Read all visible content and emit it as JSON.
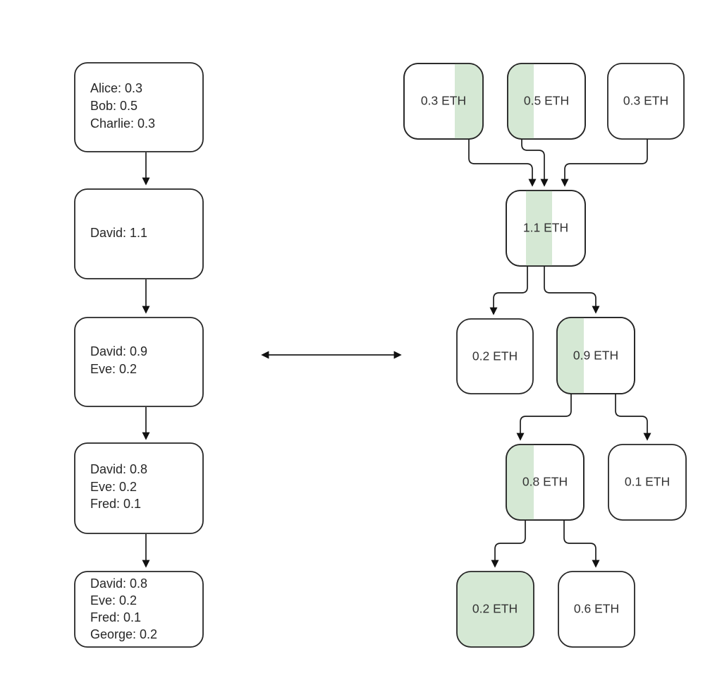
{
  "colors": {
    "highlight": "#d5e8d4",
    "stroke": "#262626",
    "text": "#262626",
    "background": "#ffffff"
  },
  "account_model": {
    "boxes": [
      {
        "lines": [
          "Alice: 0.3",
          "Bob: 0.5",
          "Charlie: 0.3"
        ]
      },
      {
        "lines": [
          "David: 1.1"
        ]
      },
      {
        "lines": [
          "David: 0.9",
          "Eve: 0.2"
        ]
      },
      {
        "lines": [
          "David: 0.8",
          "Eve: 0.2",
          "Fred: 0.1"
        ]
      },
      {
        "lines": [
          "David: 0.8",
          "Eve: 0.2",
          "Fred: 0.1",
          "George: 0.2"
        ]
      }
    ]
  },
  "utxo_model": {
    "nodes": [
      {
        "label": "0.3 ETH",
        "highlight": "partial-right"
      },
      {
        "label": "0.5 ETH",
        "highlight": "partial-left"
      },
      {
        "label": "0.3 ETH",
        "highlight": "none"
      },
      {
        "label": "1.1 ETH",
        "highlight": "partial-middle"
      },
      {
        "label": "0.2 ETH",
        "highlight": "none"
      },
      {
        "label": "0.9 ETH",
        "highlight": "partial-left"
      },
      {
        "label": "0.8 ETH",
        "highlight": "partial-left"
      },
      {
        "label": "0.1 ETH",
        "highlight": "none"
      },
      {
        "label": "0.2 ETH",
        "highlight": "full"
      },
      {
        "label": "0.6 ETH",
        "highlight": "none"
      }
    ]
  }
}
